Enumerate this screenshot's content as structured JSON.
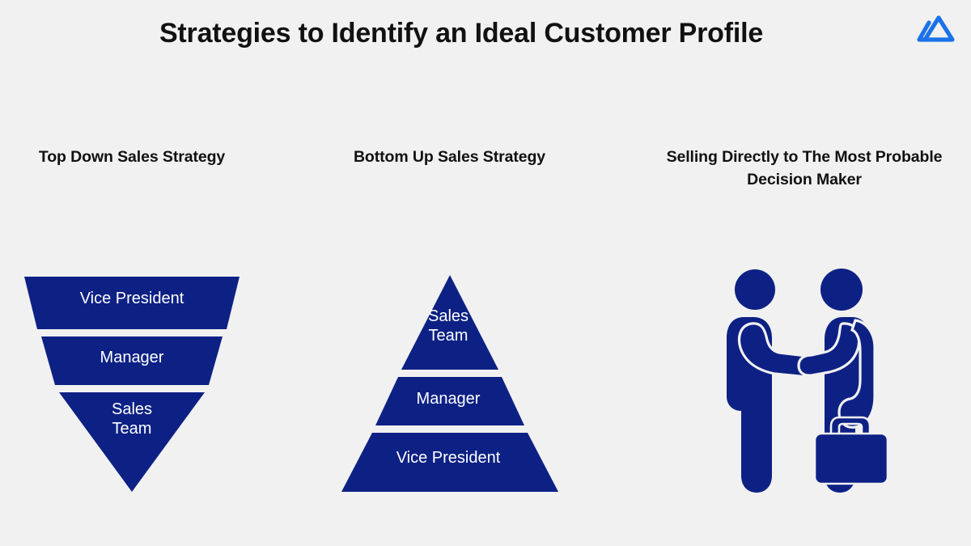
{
  "header": {
    "title": "Strategies to Identify an Ideal Customer Profile",
    "logo_icon": "mountain-logo-icon",
    "logo_color": "#1a73e8"
  },
  "theme": {
    "background": "#f1f1f1",
    "navy": "#0d2185",
    "navy_dark": "#0b1d78",
    "text": "#111111",
    "label_text": "#ffffff"
  },
  "columns": [
    {
      "id": "top-down",
      "heading": "Top Down Sales Strategy",
      "graphic": "inverted-funnel",
      "segments": [
        {
          "label": "Vice President",
          "order": 1
        },
        {
          "label": "Manager",
          "order": 2
        },
        {
          "label": "Sales\nTeam",
          "order": 3
        }
      ]
    },
    {
      "id": "bottom-up",
      "heading": "Bottom Up Sales Strategy",
      "graphic": "pyramid",
      "segments": [
        {
          "label": "Sales\nTeam",
          "order": 1
        },
        {
          "label": "Manager",
          "order": 2
        },
        {
          "label": "Vice President",
          "order": 3
        }
      ]
    },
    {
      "id": "direct",
      "heading": "Selling Directly to The Most Probable Decision Maker",
      "graphic": "handshake-illustration",
      "segments": []
    }
  ]
}
